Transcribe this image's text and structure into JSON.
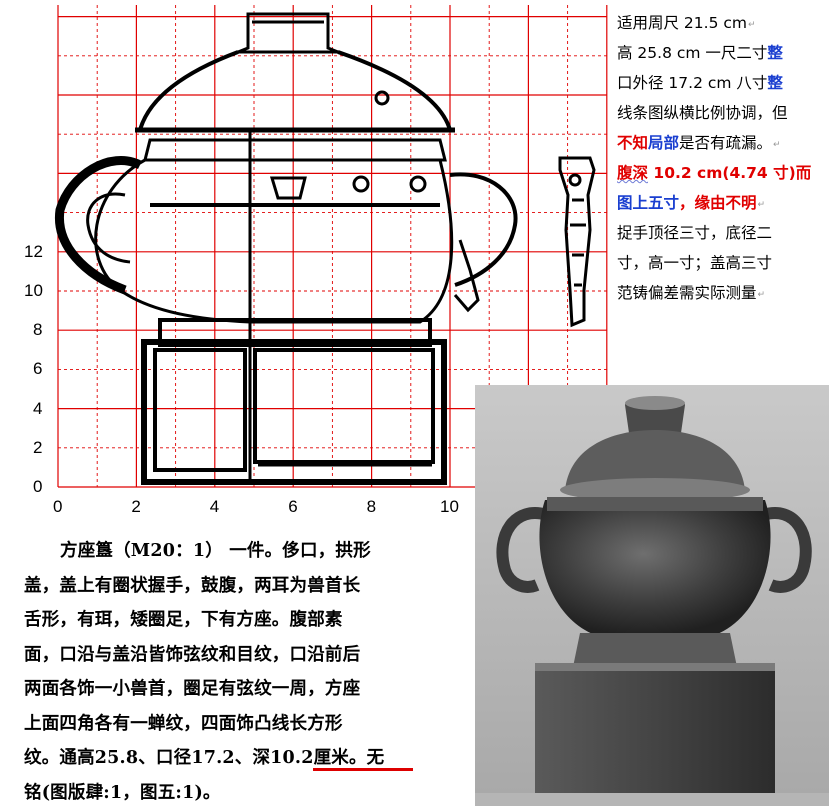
{
  "grid": {
    "y_ticks": [
      "12",
      "10",
      "8",
      "6",
      "4",
      "2",
      "0"
    ],
    "x_ticks": [
      "0",
      "2",
      "4",
      "6",
      "8",
      "10"
    ]
  },
  "notes": {
    "line1": "适用周尺 21.5 cm",
    "line2_a": "高  25.8  cm  一尺二寸",
    "line2_b": "整",
    "line3_a": "口外径  17.2  cm  八寸",
    "line3_b": "整",
    "line4": "线条图纵横比例协调，但",
    "line5_a": "不知",
    "line5_b": "局部",
    "line5_c": "是否有疏漏。",
    "line6_a": "腹深",
    "line6_b": " 10.2 cm(4.74 寸)而",
    "line7_a": "图上五寸",
    "line7_b": "，缘由不明",
    "line8": "捉手顶径三寸，底径二",
    "line9": "寸，高一寸；盖高三寸",
    "line10": "范铸偏差需实际测量",
    "colors": {
      "blue": "#1a3fd0",
      "red": "#e00000",
      "grid": "#e00000"
    }
  },
  "description": {
    "lines": [
      "方座簋（M20：1）  一件。侈口，拱形",
      "盖，盖上有圈状握手，鼓腹，两耳为兽首长",
      "舌形，有珥，矮圈足，下有方座。腹部素",
      "面，口沿与盖沿皆饰弦纹和目纹，口沿前后",
      "两面各饰一小兽首，圈足有弦纹一周，方座",
      "上面四角各有一蝉纹，四面饰凸线长方形",
      "纹。通高25.8、口径17.2、深10.2厘米。无",
      "铭(图版肆:1，图五:1)。"
    ]
  }
}
